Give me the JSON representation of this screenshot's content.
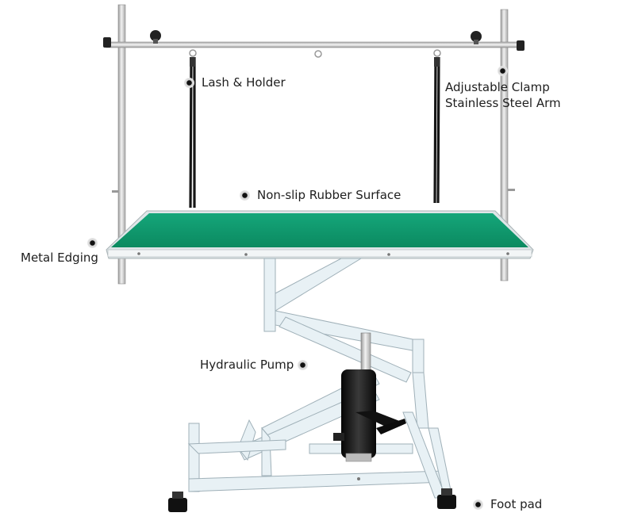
{
  "callouts": {
    "lash_holder": "Lash & Holder",
    "adjustable_clamp_line1": "Adjustable Clamp",
    "adjustable_clamp_line2": "Stainless Steel Arm",
    "non_slip_surface": "Non-slip Rubber Surface",
    "metal_edging": "Metal Edging",
    "hydraulic_pump": "Hydraulic Pump",
    "foot_pad": "Foot pad"
  },
  "colors": {
    "table_surface": "#0f9a6d",
    "frame_white": "#e8f1f5",
    "steel": "#c8c8c8",
    "pump_black": "#1a1a1a",
    "callout_dot": "#111111"
  }
}
